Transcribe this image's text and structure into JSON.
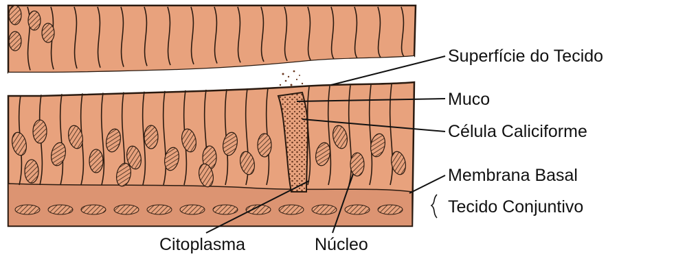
{
  "labels": {
    "surface": "Superfície do Tecido",
    "mucus": "Muco",
    "goblet_cell": "Célula Caliciforme",
    "basal_membrane": "Membrana Basal",
    "connective_tissue": "Tecido Conjuntivo",
    "cytoplasm": "Citoplasma",
    "nucleus": "Núcleo"
  },
  "colors": {
    "cell_fill": "#e8a27d",
    "cell_shadow": "#d98a66",
    "outline": "#2a1a10",
    "mucus_dots": "#6b3a22",
    "background": "#ffffff"
  }
}
